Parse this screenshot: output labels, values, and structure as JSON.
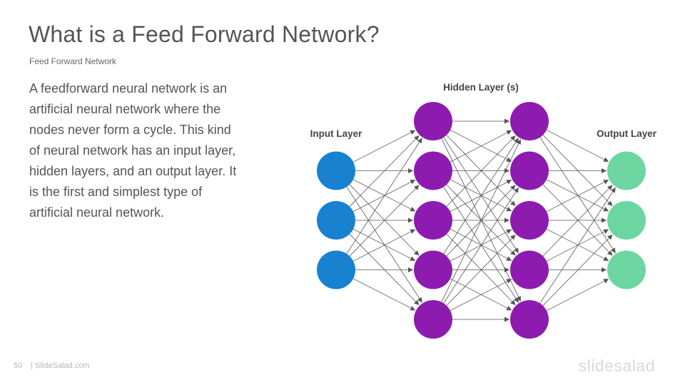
{
  "slide": {
    "title": "What is a Feed Forward Network?",
    "subtitle": "Feed Forward Network",
    "body": "A feedforward neural network is an artificial neural network where the nodes never form a cycle. This kind of neural network has an input layer, hidden layers, and an output layer. It is the first and simplest type of artificial neural network."
  },
  "diagram": {
    "labels": {
      "input": "Input Layer",
      "hidden": "Hidden Layer (s)",
      "output": "Output Layer"
    },
    "layers": [
      {
        "name": "input",
        "nodes": 3,
        "color": "#1881D0"
      },
      {
        "name": "hidden-1",
        "nodes": 5,
        "color": "#8E1BB0"
      },
      {
        "name": "hidden-2",
        "nodes": 5,
        "color": "#8E1BB0"
      },
      {
        "name": "output",
        "nodes": 3,
        "color": "#6BD6A0"
      }
    ],
    "edge_color": "#555555"
  },
  "footer": {
    "page_number": "50",
    "site": "| SlideSalad.com",
    "logo": "slidesalad"
  }
}
